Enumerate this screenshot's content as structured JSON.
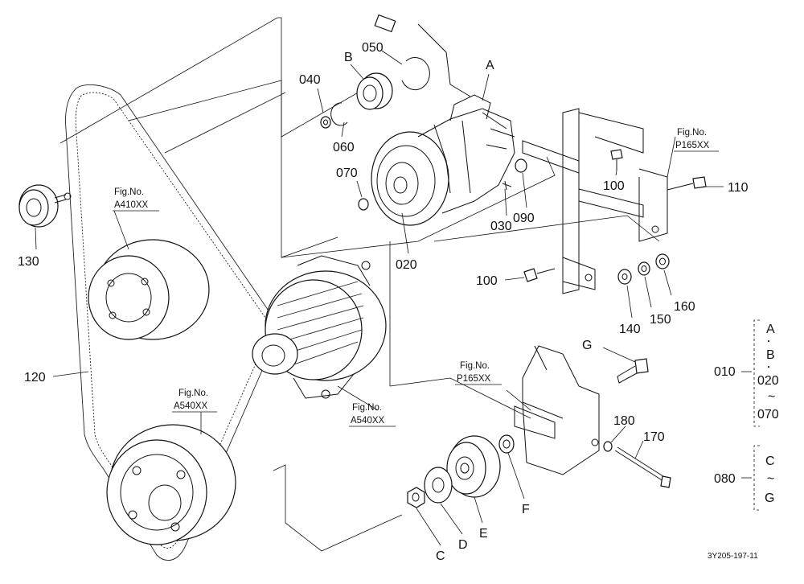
{
  "diagram": {
    "callouts": {
      "c010": "010",
      "c020": "020",
      "c030": "030",
      "c040": "040",
      "c050": "050",
      "c060": "060",
      "c070": "070",
      "c080": "080",
      "c090": "090",
      "c100a": "100",
      "c100b": "100",
      "c110": "110",
      "c120": "120",
      "c130": "130",
      "c140": "140",
      "c150": "150",
      "c160": "160",
      "c170": "170",
      "c180": "180",
      "cA": "A",
      "cB": "B",
      "cC": "C",
      "cD": "D",
      "cE": "E",
      "cF": "F",
      "cG": "G"
    },
    "fig_refs": {
      "a410": {
        "title": "Fig.No.",
        "code": "A410XX"
      },
      "a540_left": {
        "title": "Fig.No.",
        "code": "A540XX"
      },
      "a540_right": {
        "title": "Fig.No.",
        "code": "A540XX"
      },
      "p165_top": {
        "title": "Fig.No.",
        "code": "P165XX"
      },
      "p165_mid": {
        "title": "Fig.No.",
        "code": "P165XX"
      }
    },
    "assembly_010": {
      "line1": "A",
      "dot1": "・",
      "line2": "B",
      "dot2": "・",
      "line3": "020",
      "tilde": "~",
      "line4": "070"
    },
    "assembly_080": {
      "line1": "C",
      "tilde": "~",
      "line2": "G"
    },
    "drawing_code": "3Y205-197-11"
  }
}
